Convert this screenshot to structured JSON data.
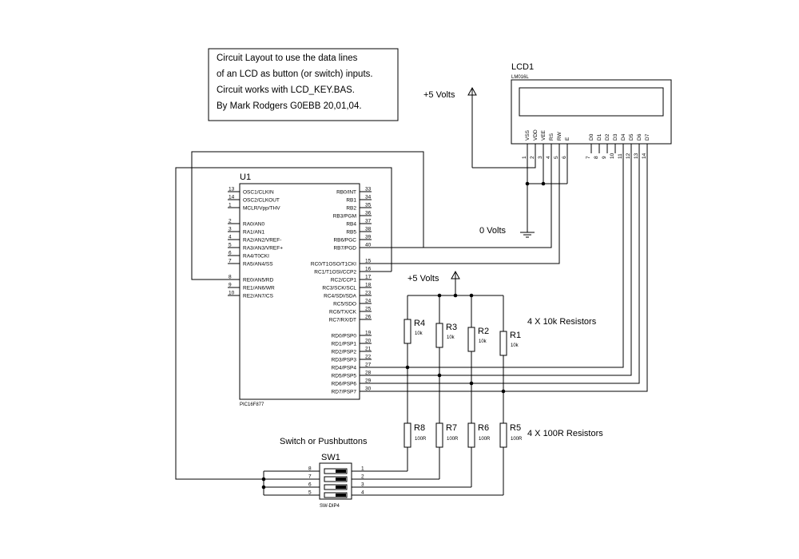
{
  "note": {
    "lines": [
      "Circuit Layout to use the data lines",
      "of an LCD as button (or switch) inputs.",
      "Circuit works with LCD_KEY.BAS.",
      "By Mark Rodgers G0EBB 20,01,04."
    ]
  },
  "power": {
    "plus5_top": "+5 Volts",
    "plus5_mid": "+5 Volts",
    "zero_volts": "0 Volts"
  },
  "lcd": {
    "ref": "LCD1",
    "part": "LM016L",
    "pin_names": [
      "VSS",
      "VDD",
      "VEE",
      "RS",
      "RW",
      "E",
      "D0",
      "D1",
      "D2",
      "D3",
      "D4",
      "D5",
      "D6",
      "D7"
    ],
    "pin_numbers": [
      "1",
      "2",
      "3",
      "4",
      "5",
      "6",
      "7",
      "8",
      "9",
      "10",
      "11",
      "12",
      "13",
      "14"
    ]
  },
  "mcu": {
    "ref": "U1",
    "part": "PIC16F877",
    "left_pins": [
      {
        "num": "13",
        "name": "OSC1/CLKIN"
      },
      {
        "num": "14",
        "name": "OSC2/CLKOUT"
      },
      {
        "num": "1",
        "name": "MCLR/Vpp/THV"
      },
      {
        "num": "2",
        "name": "RA0/AN0"
      },
      {
        "num": "3",
        "name": "RA1/AN1"
      },
      {
        "num": "4",
        "name": "RA2/AN2/VREF-"
      },
      {
        "num": "5",
        "name": "RA3/AN3/VREF+"
      },
      {
        "num": "6",
        "name": "RA4/T0CKI"
      },
      {
        "num": "7",
        "name": "RA5/AN4/SS"
      },
      {
        "num": "8",
        "name": "RE0/AN5/RD"
      },
      {
        "num": "9",
        "name": "RE1/AN6/WR"
      },
      {
        "num": "10",
        "name": "RE2/AN7/CS"
      }
    ],
    "right_pins": [
      {
        "num": "33",
        "name": "RB0/INT"
      },
      {
        "num": "34",
        "name": "RB1"
      },
      {
        "num": "35",
        "name": "RB2"
      },
      {
        "num": "36",
        "name": "RB3/PGM"
      },
      {
        "num": "37",
        "name": "RB4"
      },
      {
        "num": "38",
        "name": "RB5"
      },
      {
        "num": "39",
        "name": "RB6/PGC"
      },
      {
        "num": "40",
        "name": "RB7/PGD"
      },
      {
        "num": "15",
        "name": "RC0/T1OSO/T1CKI"
      },
      {
        "num": "16",
        "name": "RC1/T1OSI/CCP2"
      },
      {
        "num": "17",
        "name": "RC2/CCP1"
      },
      {
        "num": "18",
        "name": "RC3/SCK/SCL"
      },
      {
        "num": "23",
        "name": "RC4/SDI/SDA"
      },
      {
        "num": "24",
        "name": "RC5/SDO"
      },
      {
        "num": "25",
        "name": "RC6/TX/CK"
      },
      {
        "num": "26",
        "name": "RC7/RX/DT"
      },
      {
        "num": "19",
        "name": "RD0/PSP0"
      },
      {
        "num": "20",
        "name": "RD1/PSP1"
      },
      {
        "num": "21",
        "name": "RD2/PSP2"
      },
      {
        "num": "22",
        "name": "RD3/PSP3"
      },
      {
        "num": "27",
        "name": "RD4/PSP4"
      },
      {
        "num": "28",
        "name": "RD5/PSP5"
      },
      {
        "num": "29",
        "name": "RD6/PSP6"
      },
      {
        "num": "30",
        "name": "RD7/PSP7"
      }
    ]
  },
  "pullups": {
    "label": "4 X 10k Resistors",
    "items": [
      {
        "ref": "R4",
        "value": "10k"
      },
      {
        "ref": "R3",
        "value": "10k"
      },
      {
        "ref": "R2",
        "value": "10k"
      },
      {
        "ref": "R1",
        "value": "10k"
      }
    ]
  },
  "series": {
    "label": "4 X 100R Resistors",
    "items": [
      {
        "ref": "R8",
        "value": "100R"
      },
      {
        "ref": "R7",
        "value": "100R"
      },
      {
        "ref": "R6",
        "value": "100R"
      },
      {
        "ref": "R5",
        "value": "100R"
      }
    ]
  },
  "switch": {
    "title": "Switch or Pushbuttons",
    "ref": "SW1",
    "part": "SW-DIP4",
    "left_pins": [
      "8",
      "7",
      "6",
      "5"
    ],
    "right_pins": [
      "1",
      "2",
      "3",
      "4"
    ]
  }
}
